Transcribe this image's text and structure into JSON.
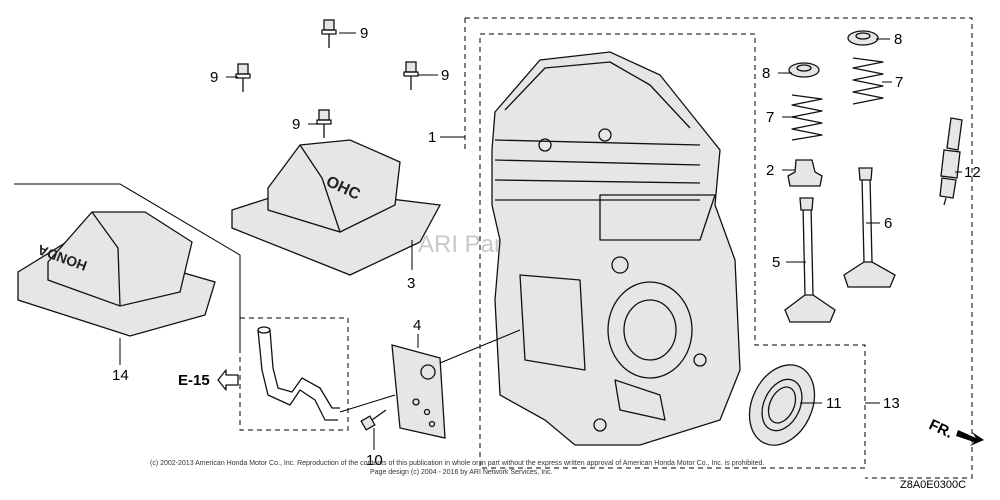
{
  "parts": [
    {
      "id": "p1",
      "label": "1",
      "name": "cylinder-block"
    },
    {
      "id": "p2",
      "label": "2",
      "name": "valve-stem-seal"
    },
    {
      "id": "p3",
      "label": "3",
      "name": "head-cover"
    },
    {
      "id": "p4",
      "label": "4",
      "name": "breather-plate"
    },
    {
      "id": "p5",
      "label": "5",
      "name": "intake-valve"
    },
    {
      "id": "p6",
      "label": "6",
      "name": "exhaust-valve"
    },
    {
      "id": "p7a",
      "label": "7",
      "name": "valve-spring"
    },
    {
      "id": "p7b",
      "label": "7",
      "name": "valve-spring"
    },
    {
      "id": "p8a",
      "label": "8",
      "name": "spring-retainer"
    },
    {
      "id": "p8b",
      "label": "8",
      "name": "spring-retainer"
    },
    {
      "id": "p9a",
      "label": "9",
      "name": "flange-bolt"
    },
    {
      "id": "p9b",
      "label": "9",
      "name": "flange-bolt"
    },
    {
      "id": "p9c",
      "label": "9",
      "name": "flange-bolt"
    },
    {
      "id": "p9d",
      "label": "9",
      "name": "flange-bolt"
    },
    {
      "id": "p10",
      "label": "10",
      "name": "flange-bolt"
    },
    {
      "id": "p11",
      "label": "11",
      "name": "oil-seal"
    },
    {
      "id": "p12",
      "label": "12",
      "name": "spark-plug"
    },
    {
      "id": "p13",
      "label": "13",
      "name": "cylinder-assembly"
    },
    {
      "id": "p14",
      "label": "14",
      "name": "cover"
    }
  ],
  "reference": {
    "label": "E-15"
  },
  "direction": {
    "label": "FR."
  },
  "embossing": {
    "head_cover": "OHC",
    "cover": "HONDA"
  },
  "watermark": "ARI PartStream",
  "copyright": {
    "line1": "(c) 2002-2013 American Honda Motor Co., Inc. Reproduction of the contents of this publication in whole or in part without the express written approval of American Honda Motor Co., Inc. is prohibited.",
    "line2": "Page design (c) 2004 - 2016 by ARI Network Services, Inc."
  },
  "diagram_code": "Z8A0E0300C"
}
